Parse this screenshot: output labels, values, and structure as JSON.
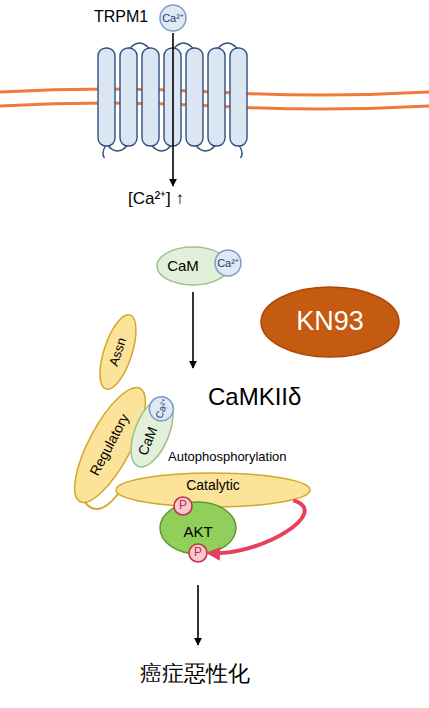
{
  "diagram": {
    "nodes": [
      {
        "text": [
          "Ca²⁺"
        ]
      },
      {
        "text": [
          "TRPM1"
        ]
      },
      {
        "text": [
          "CaM"
        ]
      },
      {
        "text": [
          "Ca²⁺"
        ],
        "in": 2
      },
      {
        "text": [
          "KN93"
        ]
      },
      {
        "text": [
          "Assn"
        ]
      },
      {
        "text": [
          "Regulatory"
        ]
      },
      {
        "text": [
          "CaM"
        ]
      },
      {
        "text": [
          "Ca²⁺"
        ],
        "in": 7
      },
      {
        "text": [
          "Catalytic"
        ]
      },
      {
        "text": [
          "AKT"
        ]
      },
      {
        "text": [
          "P"
        ]
      },
      {
        "text": [
          "P"
        ]
      }
    ],
    "edges": [
      {
        "from": 9,
        "to": 12,
        "arrow": "to"
      }
    ],
    "labels": [
      "[Ca²⁺] ↑",
      "CaMKIIδ",
      "Autophosphorylation",
      "癌症惡性化"
    ]
  }
}
